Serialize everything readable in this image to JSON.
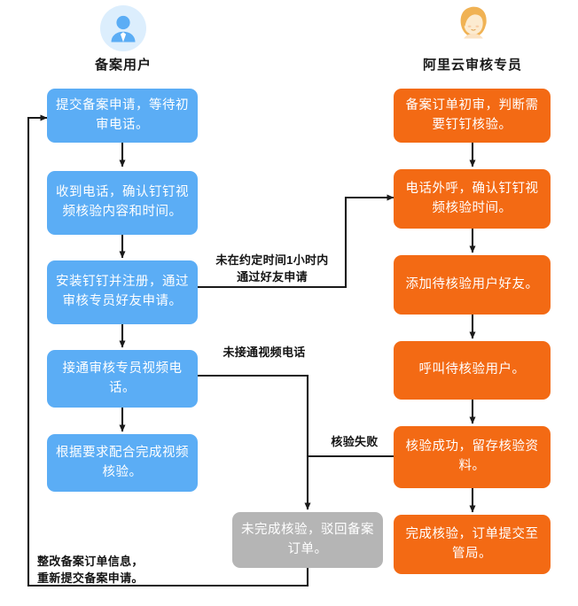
{
  "lanes": [
    {
      "id": "user",
      "title": "备案用户",
      "avatar_icon": "user-avatar-icon",
      "color": "#5BADF5"
    },
    {
      "id": "reviewer",
      "title": "阿里云审核专员",
      "avatar_icon": "reviewer-avatar-icon",
      "color": "#F36A14"
    }
  ],
  "colors": {
    "blue": "#5BADF5",
    "orange": "#F36A14",
    "gray": "#B5B5B5",
    "line": "#1a1a1a",
    "avatar_blue": "#5BADF5",
    "avatar_blue_bg": "#DCEEFD",
    "avatar_orange": "#F0B254"
  },
  "left_nodes": [
    {
      "id": "l1",
      "text": "提交备案申请，等待初审电话。"
    },
    {
      "id": "l2",
      "text": "收到电话，确认钉钉视频核验内容和时间。"
    },
    {
      "id": "l3",
      "text": "安装钉钉并注册，通过审核专员好友申请。"
    },
    {
      "id": "l4",
      "text": "接通审核专员视频电话。"
    },
    {
      "id": "l5",
      "text": "根据要求配合完成视频核验。"
    }
  ],
  "right_nodes": [
    {
      "id": "r1",
      "text": "备案订单初审，判断需要钉钉核验。"
    },
    {
      "id": "r2",
      "text": "电话外呼，确认钉钉视频核验时间。"
    },
    {
      "id": "r3",
      "text": "添加待核验用户好友。"
    },
    {
      "id": "r4",
      "text": "呼叫待核验用户。"
    },
    {
      "id": "r5",
      "text": "核验成功，留存核验资料。"
    },
    {
      "id": "r6",
      "text": "完成核验，订单提交至管局。"
    }
  ],
  "center_nodes": [
    {
      "id": "c1",
      "text": "未完成核验，驳回备案订单。"
    }
  ],
  "edge_labels": [
    {
      "id": "e1",
      "text": "未在约定时间1小时内\n通过好友申请"
    },
    {
      "id": "e2",
      "text": "未接通视频电话"
    },
    {
      "id": "e3",
      "text": "核验失败"
    },
    {
      "id": "e4",
      "text": "整改备案订单信息，\n重新提交备案申请。"
    }
  ]
}
